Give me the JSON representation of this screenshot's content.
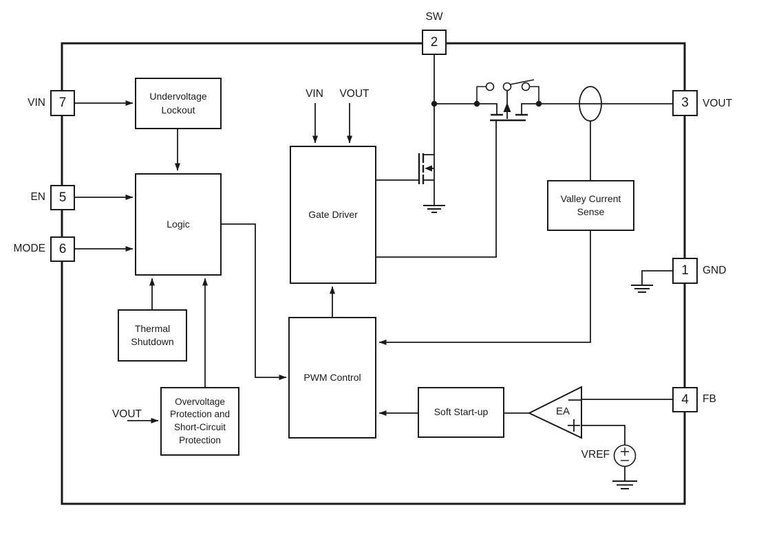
{
  "diagram": {
    "kind": "dc-dc-converter functional block diagram",
    "line_color": "#1a1a1a",
    "background_color": "#ffffff"
  },
  "pins": [
    {
      "number": "7",
      "label": "VIN"
    },
    {
      "number": "5",
      "label": "EN"
    },
    {
      "number": "6",
      "label": "MODE"
    },
    {
      "number": "2",
      "label": "SW"
    },
    {
      "number": "3",
      "label": "VOUT"
    },
    {
      "number": "1",
      "label": "GND"
    },
    {
      "number": "4",
      "label": "FB"
    }
  ],
  "blocks": [
    {
      "label": "Undervoltage Lockout"
    },
    {
      "label": "Logic"
    },
    {
      "label": "Thermal Shutdown"
    },
    {
      "label": "Overvoltage Protection and Short-Circuit Protection"
    },
    {
      "label": "Gate Driver"
    },
    {
      "label": "PWM Control"
    },
    {
      "label": "Soft Start-up"
    },
    {
      "label": "Valley Current Sense"
    }
  ],
  "net_labels": {
    "gate_driver_vin": "VIN",
    "gate_driver_vout": "VOUT",
    "ovp_input": "VOUT",
    "error_amp": "EA",
    "vref": "VREF"
  }
}
